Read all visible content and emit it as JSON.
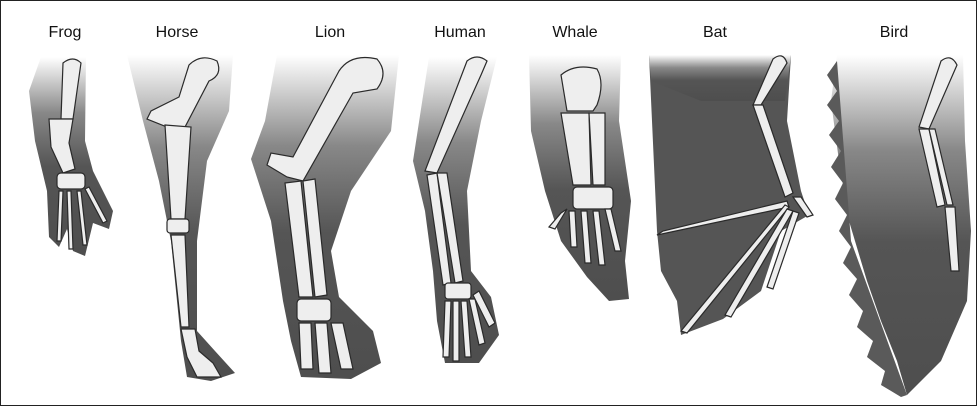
{
  "labels": {
    "frog": "Frog",
    "horse": "Horse",
    "lion": "Lion",
    "human": "Human",
    "whale": "Whale",
    "bat": "Bat",
    "bird": "Bird"
  },
  "colors": {
    "limb_dark": "#555555",
    "limb_fade": "#ffffff",
    "bone_fill": "#eeeeee",
    "outline": "#2a2a2a"
  }
}
